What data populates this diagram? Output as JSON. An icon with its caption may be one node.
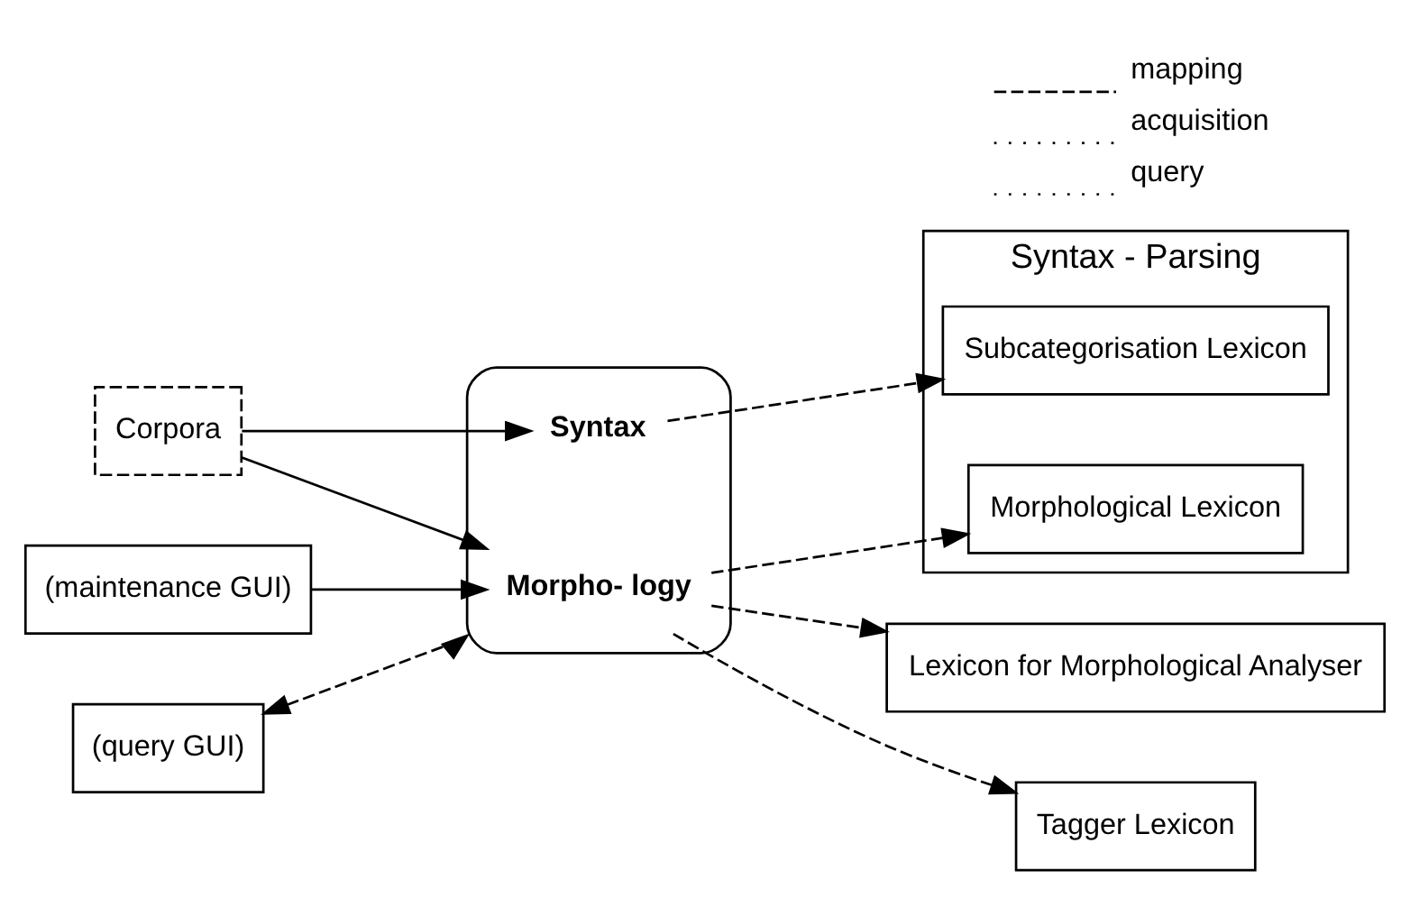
{
  "diagram": {
    "nodes": [
      {
        "text": [
          "Corpora"
        ]
      },
      {
        "text": [
          "(maintenance GUI)"
        ]
      },
      {
        "text": [],
        "shape": "cylinder"
      },
      {
        "text": [
          "Syntax"
        ],
        "in": 2
      },
      {
        "text": [
          "Morpho- logy"
        ],
        "in": 2
      },
      {
        "text": [
          "Syntax - Parsing"
        ]
      },
      {
        "text": [
          "Subcategorisation Lexicon"
        ],
        "in": 5
      },
      {
        "text": [
          "Morphological Lexicon"
        ],
        "in": 5
      },
      {
        "text": [
          "Lexicon for Morphological Analyser"
        ]
      },
      {
        "text": [
          "Tagger Lexicon"
        ]
      },
      {
        "text": [
          "(query GUI)"
        ]
      }
    ],
    "edges": [
      {
        "from": 0,
        "to": 3,
        "arrow": "to"
      },
      {
        "from": 0,
        "to": 4,
        "arrow": "to"
      },
      {
        "from": 1,
        "to": 4,
        "arrow": "to"
      },
      {
        "from": 3,
        "to": 6,
        "arrow": "to",
        "style": "dashed"
      },
      {
        "from": 4,
        "to": 7,
        "arrow": "to",
        "style": "dashed"
      },
      {
        "from": 4,
        "to": 8,
        "arrow": "to",
        "style": "dashed"
      },
      {
        "from": 4,
        "to": 9,
        "arrow": "to",
        "style": "dashed"
      },
      {
        "from": 10,
        "to": 2,
        "arrow": "both",
        "style": "dashed"
      }
    ],
    "legend": [
      {
        "text": "mapping"
      },
      {
        "text": "acquisition"
      },
      {
        "text": "query"
      }
    ]
  }
}
